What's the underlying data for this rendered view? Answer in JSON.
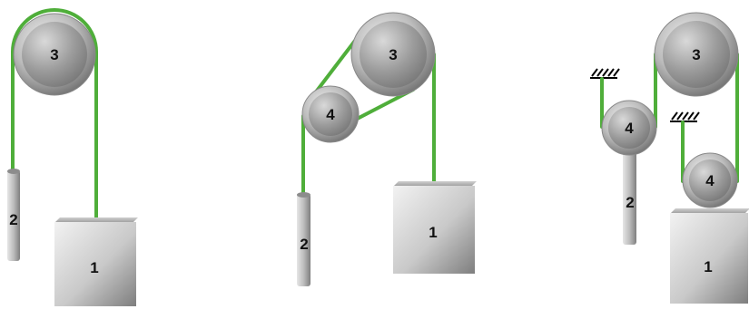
{
  "colors": {
    "rope": "#4fae3a",
    "pulley_rim": "#bdbdbd",
    "pulley_face": "#a8a8a8",
    "block_light": "#e8e8e8",
    "block_dark": "#8a8a8a",
    "label": "#111111"
  },
  "panels": [
    {
      "id": "left",
      "pulley_top": "3",
      "block": "1",
      "rod": "2"
    },
    {
      "id": "middle",
      "pulley_top": "3",
      "pulley_small": "4",
      "block": "1",
      "rod": "2"
    },
    {
      "id": "right",
      "pulley_top": "3",
      "pulley_left": "4",
      "pulley_right": "4",
      "block": "1",
      "rod": "2"
    }
  ]
}
